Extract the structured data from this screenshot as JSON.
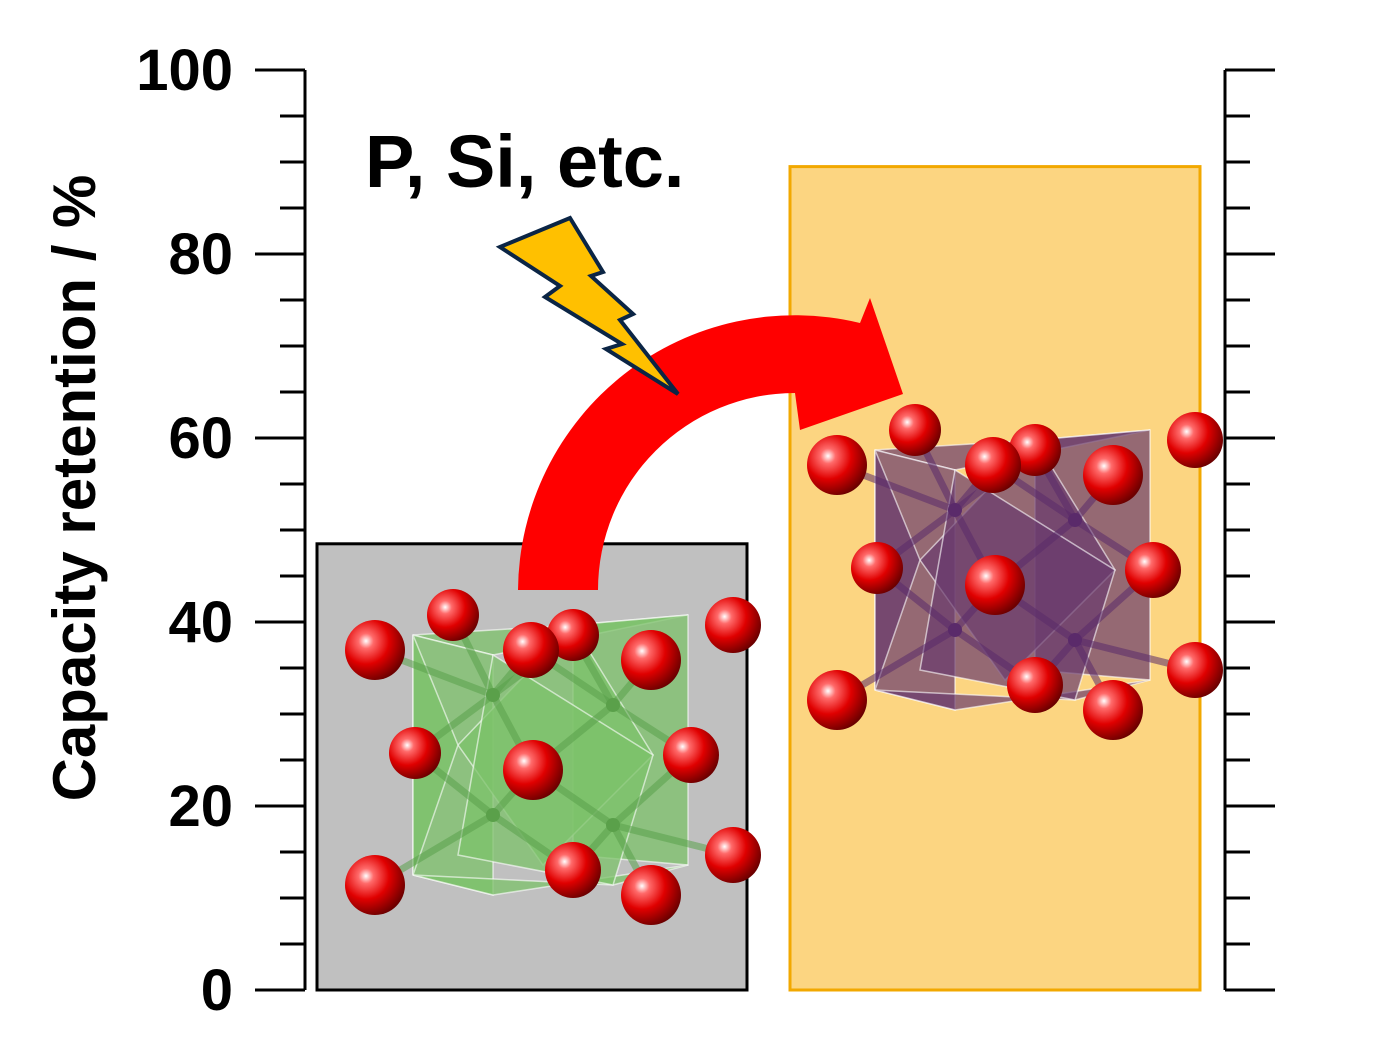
{
  "chart_data": {
    "type": "bar",
    "ylabel": "Capacity retention / %",
    "ylim": [
      0,
      100
    ],
    "yticks": [
      0,
      20,
      40,
      60,
      80,
      100
    ],
    "yminor_step": 5,
    "categories": [
      "",
      ""
    ],
    "values": [
      48.5,
      89.5
    ],
    "bar_colors": [
      "#c0c0c0",
      "#fcd581"
    ],
    "bar_edge_colors": [
      "#000000",
      "#f2a800"
    ],
    "annotation": "P, Si, etc.",
    "grid": false,
    "legend": "none"
  },
  "colors": {
    "arrow": "#ff0000",
    "bolt_fill": "#ffc000",
    "bolt_stroke": "#0b2545",
    "atom": "#e00000",
    "polyhedra_before": "#7cc26a",
    "polyhedra_after": "#6a3a6e"
  },
  "icons": {
    "bolt": "lightning-bolt-icon",
    "arrow": "curved-arrow-icon"
  }
}
